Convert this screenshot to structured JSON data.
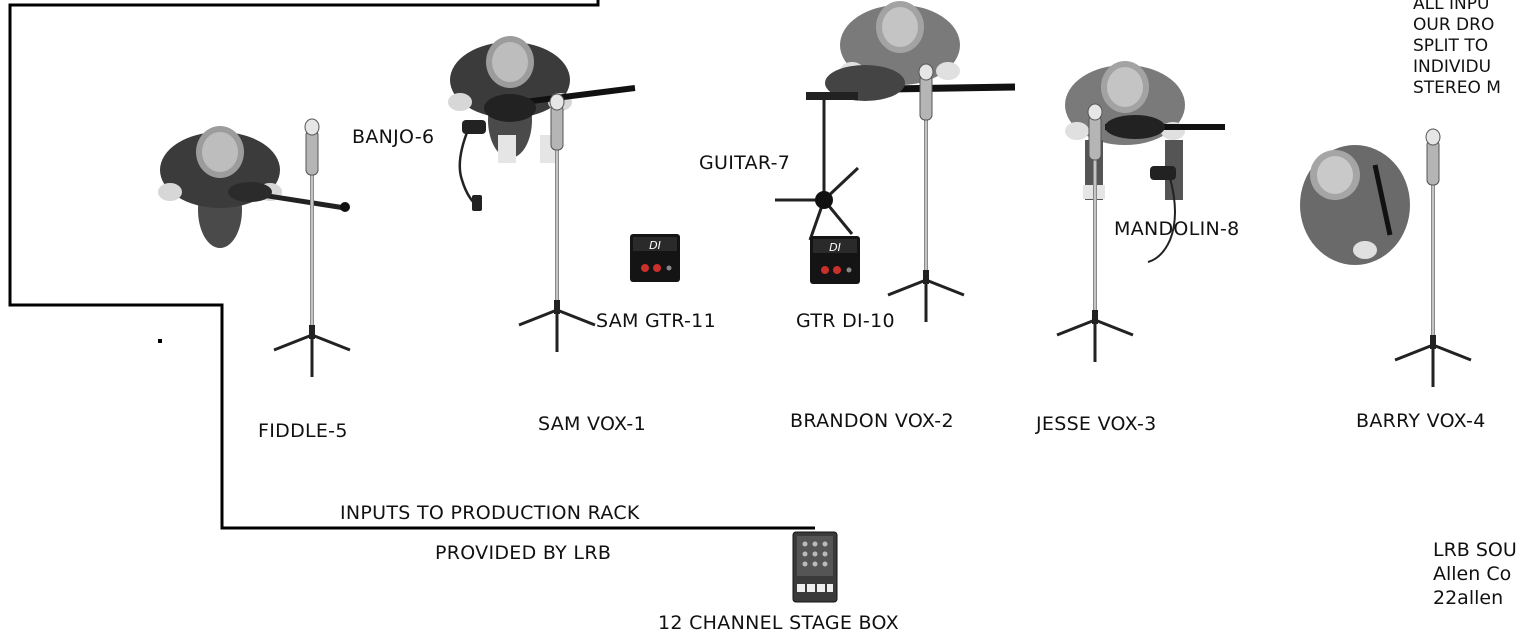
{
  "labels": {
    "fiddle": "FIDDLE-5",
    "banjo": "BANJO-6",
    "guitar": "GUITAR-7",
    "mandolin": "MANDOLIN-8",
    "sam_gtr_di": "SAM GTR-11",
    "gtr_di": "GTR DI-10",
    "sam_vox": "SAM VOX-1",
    "brandon_vox": "BRANDON VOX-2",
    "jesse_vox": "JESSE VOX-3",
    "barry_vox": "BARRY VOX-4",
    "inputs_to_rack": "INPUTS TO PRODUCTION RACK",
    "provided_by": "PROVIDED BY LRB",
    "stage_box": "12 CHANNEL STAGE BOX",
    "di_box_text": "DI"
  },
  "notes": {
    "line1": "ALL INPU",
    "line2": "OUR DRO",
    "line3": "SPLIT TO",
    "line4": "INDIVIDU",
    "line5": "STEREO M"
  },
  "contact": {
    "line1": "LRB SOU",
    "line2": "Allen Co",
    "line3": "22allen"
  }
}
